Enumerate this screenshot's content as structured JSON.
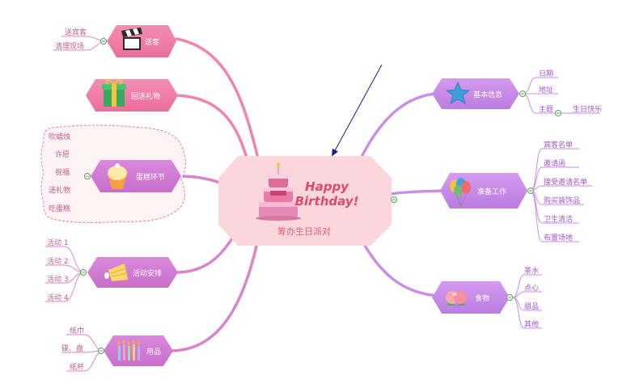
{
  "center": {
    "title": "筹办生日派对",
    "cake_text_line1": "Happy",
    "cake_text_line2": "Birthday!"
  },
  "branches": {
    "qingchang": {
      "label": "送客",
      "children": [
        "送宾客",
        "清理现场"
      ]
    },
    "huisong": {
      "label": "回送礼物",
      "children": []
    },
    "dangao": {
      "label": "蛋糕环节",
      "children": [
        "吹蜡烛",
        "许愿",
        "祝福",
        "送礼物",
        "吃蛋糕"
      ]
    },
    "huodong": {
      "label": "活动安排",
      "children": [
        "活动 1",
        "活动 2",
        "活动 3",
        "活动 4"
      ]
    },
    "yongpin": {
      "label": "用品",
      "children": [
        "纸巾",
        "碟、盘",
        "纸杯"
      ]
    },
    "jiben": {
      "label": "基本信息",
      "children": [
        "日期",
        "地址",
        "主题"
      ],
      "sub": "生日快乐"
    },
    "zhunbei": {
      "label": "准备工作",
      "children": [
        "宾客名单",
        "邀请函",
        "接受邀请名单",
        "购买装饰品",
        "卫生清洁",
        "布置场地"
      ]
    },
    "shiwu": {
      "label": "食物",
      "children": [
        "茶水",
        "点心",
        "甜品",
        "其他"
      ]
    }
  },
  "colors": {
    "pink": "#f07fa6",
    "pink_line": "#ef86aa",
    "violet": "#d07ad2",
    "purple": "#c88ae8",
    "purple_line": "#c98ee6",
    "center_fill": "#fbd7dc",
    "center_text": "#e0607e",
    "leaf_text_left": "#c05e8a",
    "leaf_text_right": "#a055c8",
    "arrow": "#1a1a8c"
  },
  "icons": {
    "qingchang": "clapperboard-icon",
    "huisong": "gift-box-icon",
    "dangao": "cupcake-icon",
    "huodong": "badminton-icon",
    "yongpin": "candles-icon",
    "jiben": "star-icon",
    "zhunbei": "balloons-icon",
    "shiwu": "peach-icon",
    "center": "birthday-cake-icon"
  }
}
